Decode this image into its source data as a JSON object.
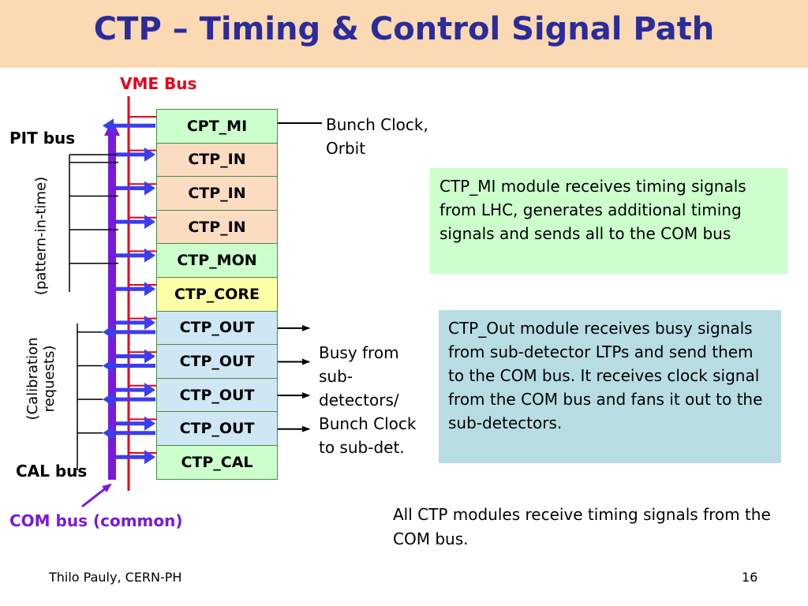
{
  "title": "CTP – Timing & Control Signal Path",
  "labels": {
    "vme_bus": "VME Bus",
    "pit_bus": "PIT bus",
    "pit_note": "(pattern-in-time)",
    "cal_note_1": "(Calibration",
    "cal_note_2": "requests)",
    "cal_bus": "CAL bus",
    "com_bus": "COM bus (common)"
  },
  "modules": [
    {
      "name": "CPT_MI",
      "color": "#ccffcc"
    },
    {
      "name": "CTP_IN",
      "color": "#fbdcc1"
    },
    {
      "name": "CTP_IN",
      "color": "#fbdcc1"
    },
    {
      "name": "CTP_IN",
      "color": "#fbdcc1"
    },
    {
      "name": "CTP_MON",
      "color": "#ccffcc"
    },
    {
      "name": "CTP_CORE",
      "color": "#ffffa8"
    },
    {
      "name": "CTP_OUT",
      "color": "#cfe6f5"
    },
    {
      "name": "CTP_OUT",
      "color": "#cfe6f5"
    },
    {
      "name": "CTP_OUT",
      "color": "#cfe6f5"
    },
    {
      "name": "CTP_OUT",
      "color": "#cfe6f5"
    },
    {
      "name": "CTP_CAL",
      "color": "#ccffcc"
    }
  ],
  "annotations": {
    "bunch_clock_1": "Bunch Clock,",
    "bunch_clock_2": "Orbit",
    "busy_1": "Busy from",
    "busy_2": "sub-",
    "busy_3": "detectors/",
    "busy_4": "Bunch Clock",
    "busy_5": "to sub-det."
  },
  "boxes": {
    "ctp_mi_text": "CTP_MI module receives timing signals from LHC, generates additional timing signals and sends all to the COM bus",
    "ctp_out_text": "CTP_Out module receives busy signals from sub-detector LTPs and send them to the COM bus. It receives clock signal from the COM bus and fans it out to the sub-detectors."
  },
  "bottom_note": "All CTP modules receive timing signals from the COM bus.",
  "footer": {
    "author": "Thilo Pauly, CERN-PH",
    "page": "16"
  },
  "colors": {
    "title": "#2b2c9a",
    "vme_bus": "#e6001f",
    "com_bus": "#7a19d9",
    "arrow_blue": "#3b3df0",
    "arrow_purple": "#7a19d9"
  }
}
